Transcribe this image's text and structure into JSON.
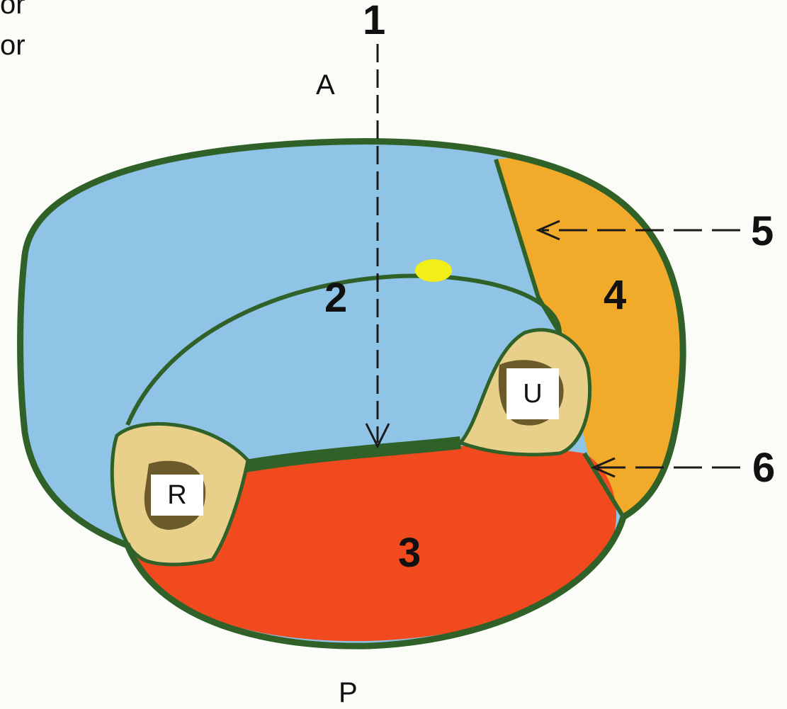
{
  "text_fragments": [
    "or",
    "or"
  ],
  "orientation": {
    "anterior": "A",
    "posterior": "P"
  },
  "numbers": {
    "n1": "1",
    "n2": "2",
    "n3": "3",
    "n4": "4",
    "n5": "5",
    "n6": "6"
  },
  "bone_labels": {
    "radius": "R",
    "ulna": "U"
  },
  "colors": {
    "outline": "#2f6128",
    "blue_region": "#8fc4e6",
    "red_region": "#f04a1e",
    "orange_region": "#f2aa2a",
    "bone": "#e8cf8a",
    "yellow_spot": "#f2ee18"
  }
}
